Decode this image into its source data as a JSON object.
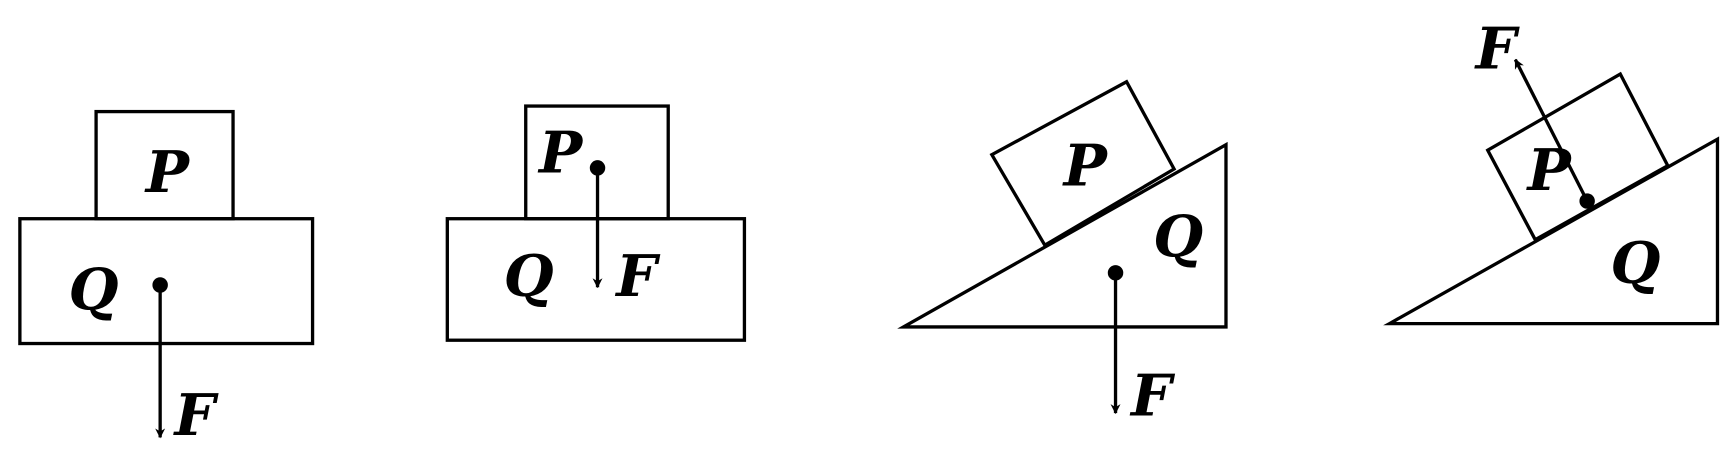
{
  "diagrams": [
    {
      "block_label": "P",
      "base_label": "Q",
      "force_label": "F"
    },
    {
      "block_label": "P",
      "base_label": "Q",
      "force_label": "F"
    },
    {
      "block_label": "P",
      "base_label": "Q",
      "force_label": "F"
    },
    {
      "block_label": "P",
      "base_label": "Q",
      "force_label": "F"
    }
  ]
}
